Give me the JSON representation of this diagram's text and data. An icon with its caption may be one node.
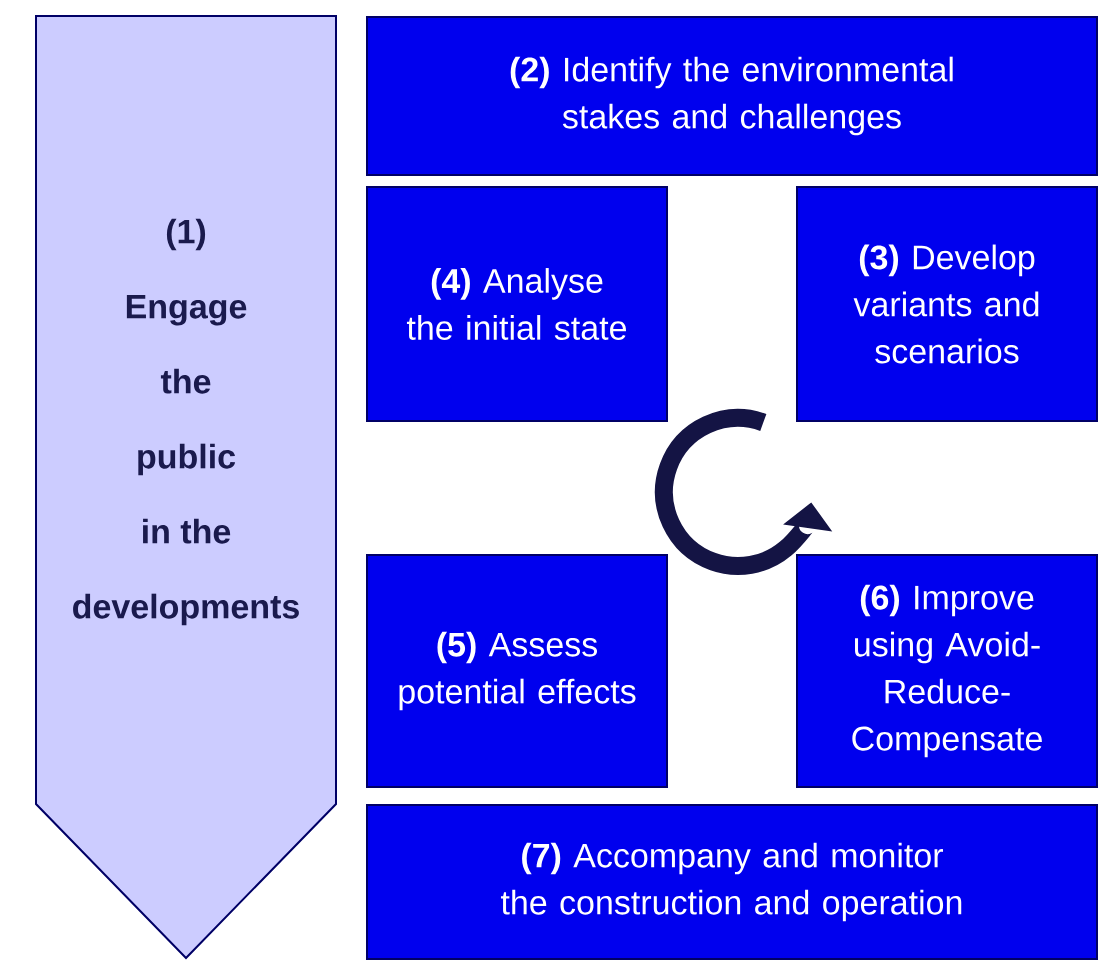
{
  "diagram": {
    "nodes": [
      {
        "text": [
          "(1) Engage the public in the developments"
        ]
      },
      {
        "text": [
          "**(2)** Identify the environmental stakes and challenges"
        ]
      },
      {
        "text": [
          "**(4)** Analyse the initial state"
        ]
      },
      {
        "text": [
          "**(3)** Develop variants and scenarios"
        ]
      },
      {
        "text": [
          "**(5)** Assess potential effects"
        ]
      },
      {
        "text": [
          "**(6)** Improve using Avoid-Reduce-Compensate"
        ]
      },
      {
        "text": [
          "**(7)** Accompany and monitor the construction and operation"
        ]
      }
    ]
  }
}
